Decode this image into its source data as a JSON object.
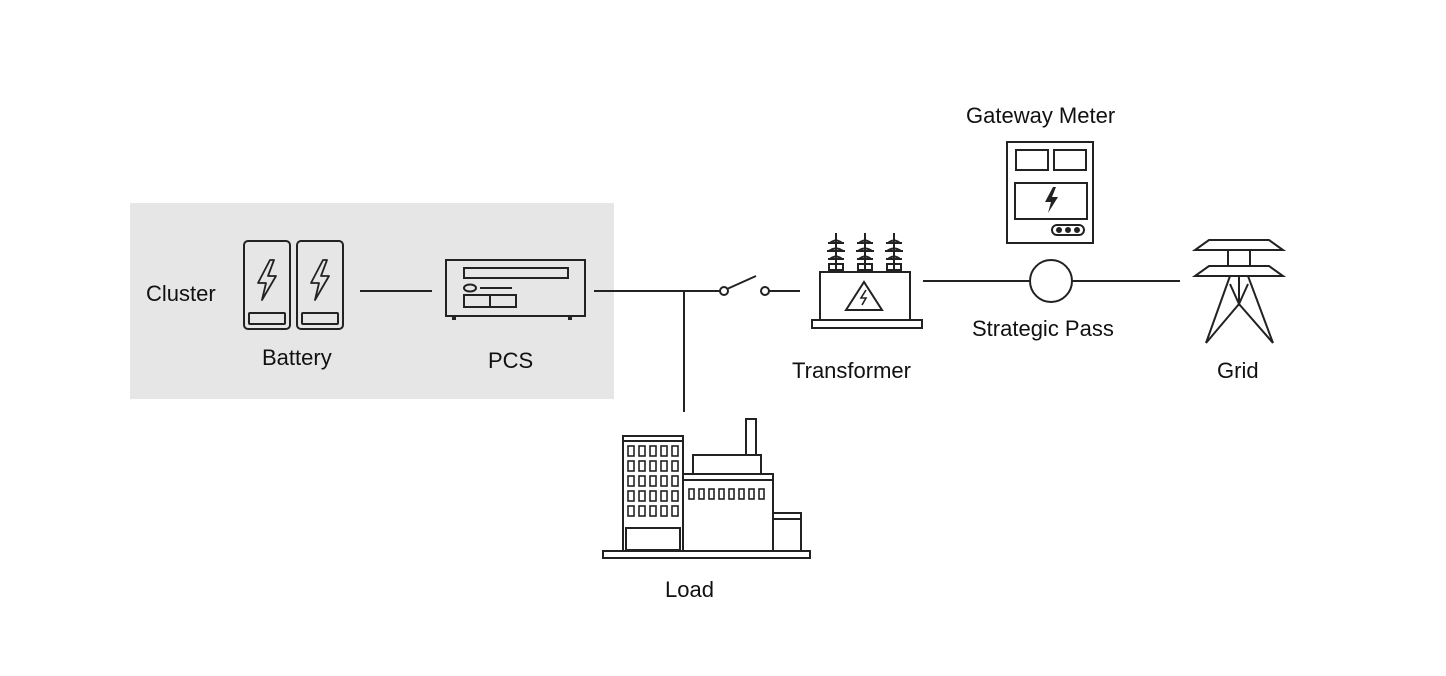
{
  "labels": {
    "cluster": "Cluster",
    "battery": "Battery",
    "pcs": "PCS",
    "transformer": "Transformer",
    "gateway_meter": "Gateway Meter",
    "strategic_pass": "Strategic Pass",
    "grid": "Grid",
    "load": "Load"
  },
  "colors": {
    "cluster_background": "#e6e6e6",
    "stroke": "#222222"
  },
  "icons": {
    "battery": "battery-icon",
    "pcs": "pcs-icon",
    "switch": "switch-icon",
    "transformer": "transformer-icon",
    "meter": "meter-icon",
    "node": "circle-node-icon",
    "grid": "transmission-tower-icon",
    "load": "factory-building-icon"
  }
}
